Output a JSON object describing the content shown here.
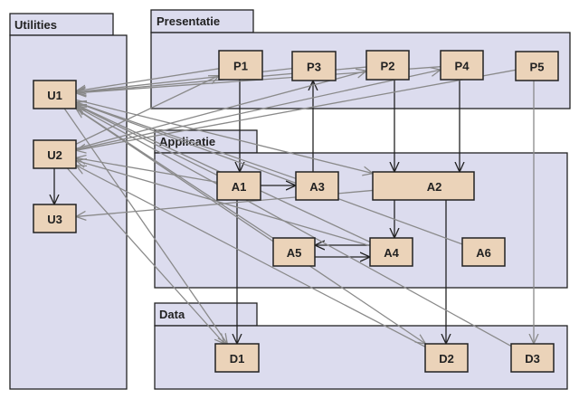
{
  "packages": [
    {
      "id": "utilities",
      "label": "Utilities"
    },
    {
      "id": "presentatie",
      "label": "Presentatie"
    },
    {
      "id": "applicatie",
      "label": "Applicatie"
    },
    {
      "id": "data",
      "label": "Data"
    }
  ],
  "nodes": [
    {
      "id": "U1",
      "label": "U1",
      "package": "utilities"
    },
    {
      "id": "U2",
      "label": "U2",
      "package": "utilities"
    },
    {
      "id": "U3",
      "label": "U3",
      "package": "utilities"
    },
    {
      "id": "P1",
      "label": "P1",
      "package": "presentatie"
    },
    {
      "id": "P3",
      "label": "P3",
      "package": "presentatie"
    },
    {
      "id": "P2",
      "label": "P2",
      "package": "presentatie"
    },
    {
      "id": "P4",
      "label": "P4",
      "package": "presentatie"
    },
    {
      "id": "P5",
      "label": "P5",
      "package": "presentatie"
    },
    {
      "id": "A1",
      "label": "A1",
      "package": "applicatie"
    },
    {
      "id": "A3",
      "label": "A3",
      "package": "applicatie"
    },
    {
      "id": "A2",
      "label": "A2",
      "package": "applicatie"
    },
    {
      "id": "A5",
      "label": "A5",
      "package": "applicatie"
    },
    {
      "id": "A4",
      "label": "A4",
      "package": "applicatie"
    },
    {
      "id": "A6",
      "label": "A6",
      "package": "applicatie"
    },
    {
      "id": "D1",
      "label": "D1",
      "package": "data"
    },
    {
      "id": "D2",
      "label": "D2",
      "package": "data"
    },
    {
      "id": "D3",
      "label": "D3",
      "package": "data"
    }
  ],
  "dependencies": [
    {
      "from": "U2",
      "to": "U3",
      "style": "dark"
    },
    {
      "from": "P1",
      "to": "A1",
      "style": "dark"
    },
    {
      "from": "A1",
      "to": "A3",
      "style": "dark"
    },
    {
      "from": "A3",
      "to": "P3",
      "style": "dark"
    },
    {
      "from": "P2",
      "to": "A2",
      "style": "dark"
    },
    {
      "from": "P4",
      "to": "A2",
      "style": "dark"
    },
    {
      "from": "A2",
      "to": "A4",
      "style": "dark"
    },
    {
      "from": "A4",
      "to": "A5",
      "style": "dark"
    },
    {
      "from": "A5",
      "to": "A4",
      "style": "dark"
    },
    {
      "from": "A1",
      "to": "D1",
      "style": "dark"
    },
    {
      "from": "A2",
      "to": "D2",
      "style": "dark"
    },
    {
      "from": "P5",
      "to": "D3",
      "style": "grey"
    },
    {
      "from": "P1",
      "to": "U1",
      "style": "grey"
    },
    {
      "from": "P3",
      "to": "U1",
      "style": "grey"
    },
    {
      "from": "P2",
      "to": "U1",
      "style": "grey"
    },
    {
      "from": "P4",
      "to": "U1",
      "style": "grey"
    },
    {
      "from": "P5",
      "to": "U2",
      "style": "grey"
    },
    {
      "from": "U2",
      "to": "P1",
      "style": "grey"
    },
    {
      "from": "U2",
      "to": "P2",
      "style": "grey"
    },
    {
      "from": "U2",
      "to": "P4",
      "style": "grey"
    },
    {
      "from": "U1",
      "to": "A2",
      "style": "grey"
    },
    {
      "from": "A1",
      "to": "U1",
      "style": "grey"
    },
    {
      "from": "A1",
      "to": "U2",
      "style": "grey"
    },
    {
      "from": "A3",
      "to": "U1",
      "style": "grey"
    },
    {
      "from": "A2",
      "to": "U3",
      "style": "grey"
    },
    {
      "from": "A4",
      "to": "U1",
      "style": "grey"
    },
    {
      "from": "A5",
      "to": "U1",
      "style": "grey"
    },
    {
      "from": "A6",
      "to": "U1",
      "style": "grey"
    },
    {
      "from": "A4",
      "to": "U2",
      "style": "grey"
    },
    {
      "from": "U1",
      "to": "D1",
      "style": "grey"
    },
    {
      "from": "U2",
      "to": "D1",
      "style": "grey"
    },
    {
      "from": "U1",
      "to": "D2",
      "style": "grey"
    },
    {
      "from": "D2",
      "to": "U2",
      "style": "grey"
    },
    {
      "from": "D3",
      "to": "U1",
      "style": "grey"
    }
  ],
  "colors": {
    "package_fill": "#dcdcee",
    "node_fill": "#ebd3b9",
    "dep_grey": "#8a8a8a",
    "dep_dark": "#222222"
  }
}
